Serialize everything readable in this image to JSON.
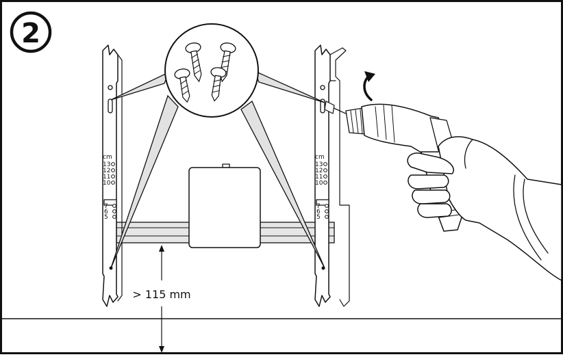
{
  "step": {
    "number": "2"
  },
  "scale_left": {
    "unit": "cm",
    "upper": [
      "13",
      "12",
      "11",
      "10"
    ],
    "lower": [
      "7",
      "6",
      "5"
    ]
  },
  "scale_right": {
    "unit": "cm",
    "upper": [
      "13",
      "12",
      "11",
      "10"
    ],
    "lower": [
      "7",
      "6",
      "5"
    ]
  },
  "dimension": {
    "label": "> 115 mm"
  },
  "icons": {
    "rotate_arrow": "rotate-clockwise-arrow-icon",
    "drill": "power-drill-icon",
    "screws": "screw-icon"
  }
}
